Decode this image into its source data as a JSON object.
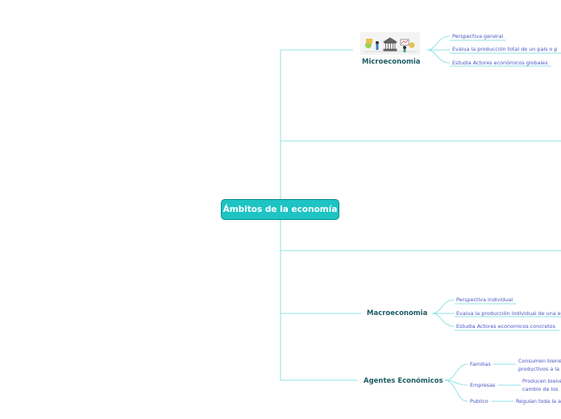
{
  "root": {
    "label": "Ámbitos de la economía"
  },
  "microeconomia": {
    "label": "Microeconomia",
    "image_icon": "economy-illustration-icon",
    "items": [
      "Perspectiva general",
      "Evalua la producción total de un pais o p",
      "Estudia Actores económicos globales"
    ]
  },
  "macroeconomia": {
    "label": "Macroeconomia",
    "items": [
      "Perspectiva individual",
      "Evalua la producción individual de una e",
      "Estudia Actores economicos concretos"
    ]
  },
  "agentes": {
    "label": "Agentes Económicos",
    "familias": {
      "label": "Familias",
      "detail_line1": "Consumen biene",
      "detail_line2": "productivos a la"
    },
    "empresas": {
      "label": "Empresas",
      "detail_line1": "Producen biene",
      "detail_line2": "cambio de los"
    },
    "publico": {
      "label": "Publico",
      "detail_line1": "Regulan toda la a"
    }
  },
  "colors": {
    "connector": "#7fe0e0",
    "root_fill": "#1ec3c3",
    "topic_text": "#1d5c63",
    "leaf_text": "#4a55c4"
  }
}
